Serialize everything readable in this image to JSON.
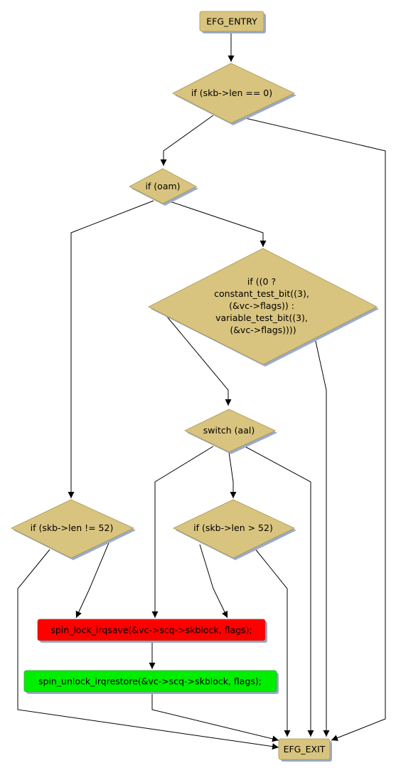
{
  "colors": {
    "node_fill": "#d9c47f",
    "node_stroke": "#a89650",
    "shadow": "#9aaac8",
    "lock_fill": "#ff0000",
    "unlock_fill": "#00ee00",
    "edge": "#000000"
  },
  "nodes": {
    "entry": "EFG_ENTRY",
    "if_len_zero": "if (skb->len == 0)",
    "if_oam": "if (oam)",
    "if_test_bit": [
      "if ((0 ?",
      "constant_test_bit((3),",
      "(&vc->flags)) :",
      "variable_test_bit((3),",
      "(&vc->flags))))"
    ],
    "switch_aal": "switch (aal)",
    "if_len_ne_52": "if (skb->len != 52)",
    "if_len_gt_52": "if (skb->len > 52)",
    "spin_lock": "spin_lock_irqsave(&vc->scq->skblock, flags);",
    "spin_unlock": "spin_unlock_irqrestore(&vc->scq->skblock, flags);",
    "exit": "EFG_EXIT"
  }
}
